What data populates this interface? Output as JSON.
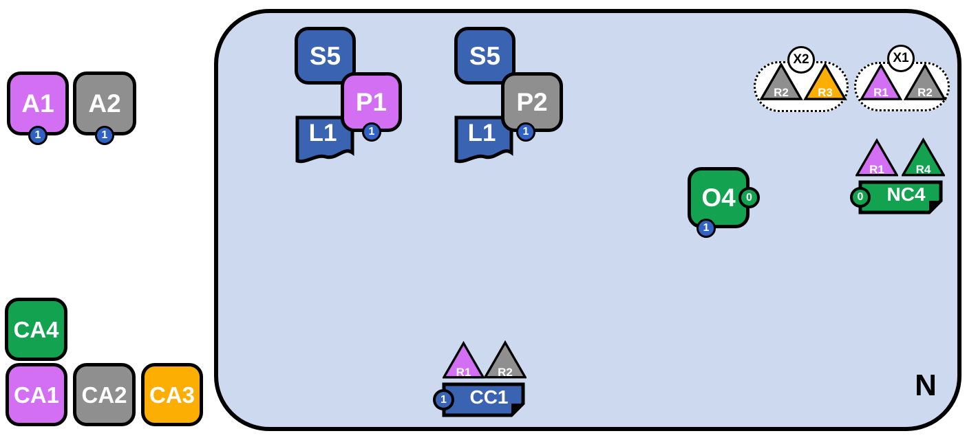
{
  "colors": {
    "purple": "#d36ff2",
    "gray": "#8f8f8f",
    "blue": "#3a63b2",
    "badge_blue": "#2f62c4",
    "green": "#13a350",
    "orange": "#fcae02",
    "board_fill": "#ccd9ee",
    "outline": "#000000",
    "white": "#ffffff"
  },
  "board": {
    "label": "N"
  },
  "agents": [
    {
      "label": "A1",
      "color": "purple",
      "badge": "1"
    },
    {
      "label": "A2",
      "color": "gray",
      "badge": "1"
    }
  ],
  "cards": [
    {
      "label": "CA4",
      "color": "green"
    },
    {
      "label": "CA1",
      "color": "purple"
    },
    {
      "label": "CA2",
      "color": "gray"
    },
    {
      "label": "CA3",
      "color": "orange"
    }
  ],
  "clusters": [
    {
      "state": "S5",
      "state_color": "blue",
      "piece": "P1",
      "piece_color": "purple",
      "flag": "L1",
      "flag_color": "blue",
      "badge": "1"
    },
    {
      "state": "S5",
      "state_color": "blue",
      "piece": "P2",
      "piece_color": "gray",
      "flag": "L1",
      "flag_color": "blue",
      "badge": "1"
    }
  ],
  "groups": [
    {
      "label": "X2",
      "triangles": [
        {
          "label": "R2",
          "color": "gray"
        },
        {
          "label": "R3",
          "color": "orange"
        }
      ]
    },
    {
      "label": "X1",
      "triangles": [
        {
          "label": "R1",
          "color": "purple"
        },
        {
          "label": "R2",
          "color": "gray"
        }
      ]
    }
  ],
  "objective": {
    "label": "O4",
    "color": "green",
    "edge_count": "0",
    "badge": "1"
  },
  "notes": [
    {
      "label": "NC4",
      "color": "green",
      "edge_count": "0",
      "triangles": [
        {
          "label": "R1",
          "color": "purple"
        },
        {
          "label": "R4",
          "color": "green"
        }
      ]
    },
    {
      "label": "CC1",
      "color": "blue",
      "edge_count": "1",
      "triangles": [
        {
          "label": "R1",
          "color": "purple"
        },
        {
          "label": "R2",
          "color": "gray"
        }
      ]
    }
  ]
}
